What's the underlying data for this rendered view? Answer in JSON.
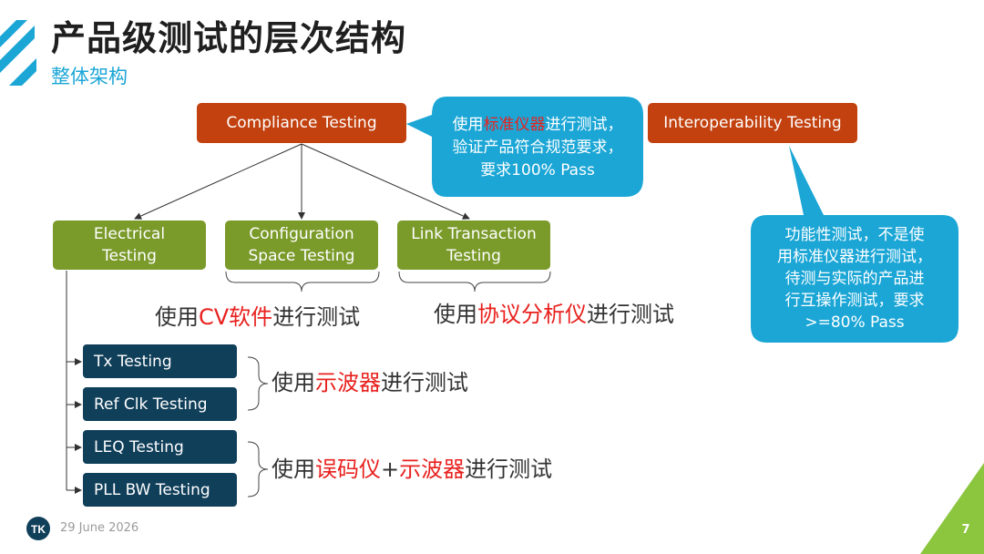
{
  "slide": {
    "title": "产品级测试的层次结构",
    "subtitle": "整体架构",
    "date": "29 June 2026",
    "page_number": "7",
    "logo_text": "TK"
  },
  "diagram": {
    "compliance": "Compliance Testing",
    "interop": "Interoperability Testing",
    "electrical": [
      "Electrical",
      "Testing"
    ],
    "config": [
      "Configuration",
      "Space Testing"
    ],
    "link": [
      "Link Transaction",
      "Testing"
    ],
    "tx": "Tx Testing",
    "refclk": "Ref Clk Testing",
    "leq": "LEQ Testing",
    "pllbw": "PLL BW Testing"
  },
  "callouts": {
    "compliance": {
      "line1_pre": "使用",
      "line1_red": "标准仪器",
      "line1_post": "进行测试，",
      "line2": "验证产品符合规范要求，",
      "line3": "要求100% Pass"
    },
    "interop": {
      "line1": "功能性测试，不是使",
      "line2": "用标准仪器进行测试，",
      "line3": "待测与实际的产品进",
      "line4": "行互操作测试，要求",
      "line5": ">=80% Pass"
    }
  },
  "methods": {
    "cv": {
      "pre": "使用",
      "red": "CV软件",
      "post": "进行测试"
    },
    "protocol": {
      "pre": "使用",
      "red": "协议分析仪",
      "post": "进行测试"
    },
    "scope": {
      "pre": "使用",
      "red": "示波器",
      "post": "进行测试"
    },
    "bert": {
      "pre": "使用",
      "red1": "误码仪",
      "plus": "+",
      "red2": "示波器",
      "post": "进行测试"
    }
  },
  "colors": {
    "accent_blue": "#1ba6d6",
    "compliance_red": "#c2410f",
    "testing_green": "#7a9a2a",
    "navy": "#103f5a",
    "highlight_red": "#e8211e",
    "corner_green": "#8cc63f"
  }
}
